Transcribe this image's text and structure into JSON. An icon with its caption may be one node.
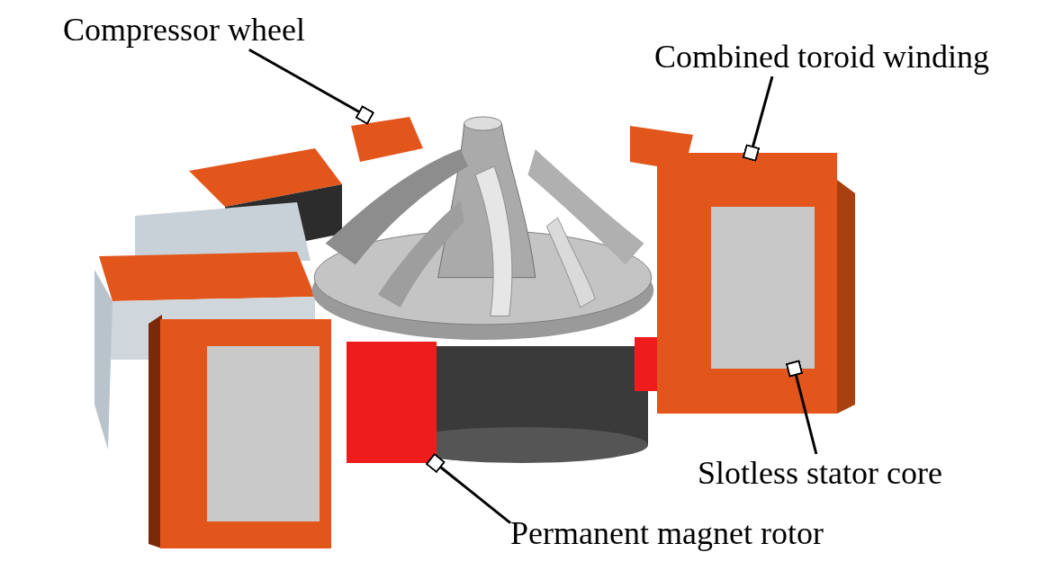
{
  "diagram": {
    "nodes": [
      {
        "text": [
          "Compressor wheel"
        ]
      },
      {
        "text": [
          "Combined toroid winding"
        ]
      },
      {
        "text": [
          "Slotless stator core"
        ]
      },
      {
        "text": [
          "Permanent magnet rotor"
        ]
      },
      {
        "text": [],
        "shape": "picture"
      },
      {
        "text": [],
        "shape": "box"
      },
      {
        "text": [],
        "shape": "box",
        "in": 5
      },
      {
        "text": [],
        "shape": "box"
      }
    ],
    "edges": [
      {
        "from": 0,
        "to": 4,
        "arrow": "other"
      },
      {
        "from": 1,
        "to": 5,
        "arrow": "other"
      },
      {
        "from": 2,
        "to": 6,
        "arrow": "other"
      },
      {
        "from": 3,
        "to": 7,
        "arrow": "other"
      }
    ]
  }
}
